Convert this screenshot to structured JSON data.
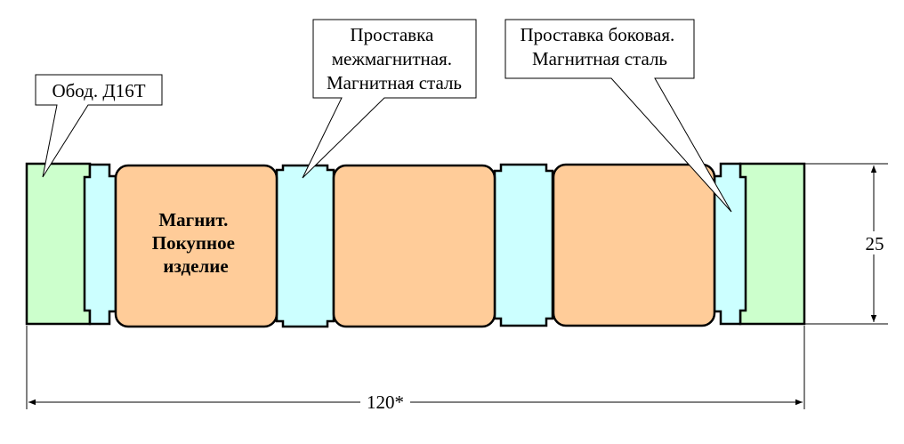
{
  "colors": {
    "rim": "#ccffcc",
    "spacer": "#ccffff",
    "magnet": "#ffcc99",
    "stroke": "#000000"
  },
  "callouts": {
    "rim": [
      "Обод. Д16Т"
    ],
    "inter_spacer": [
      "Проставка",
      "межмагнитная.",
      "Магнитная сталь"
    ],
    "side_spacer": [
      "Проставка боковая.",
      "Магнитная сталь"
    ]
  },
  "magnet_label": [
    "Магнит.",
    "Покупное",
    "изделие"
  ],
  "dimensions": {
    "height": "25",
    "width": "120*"
  }
}
